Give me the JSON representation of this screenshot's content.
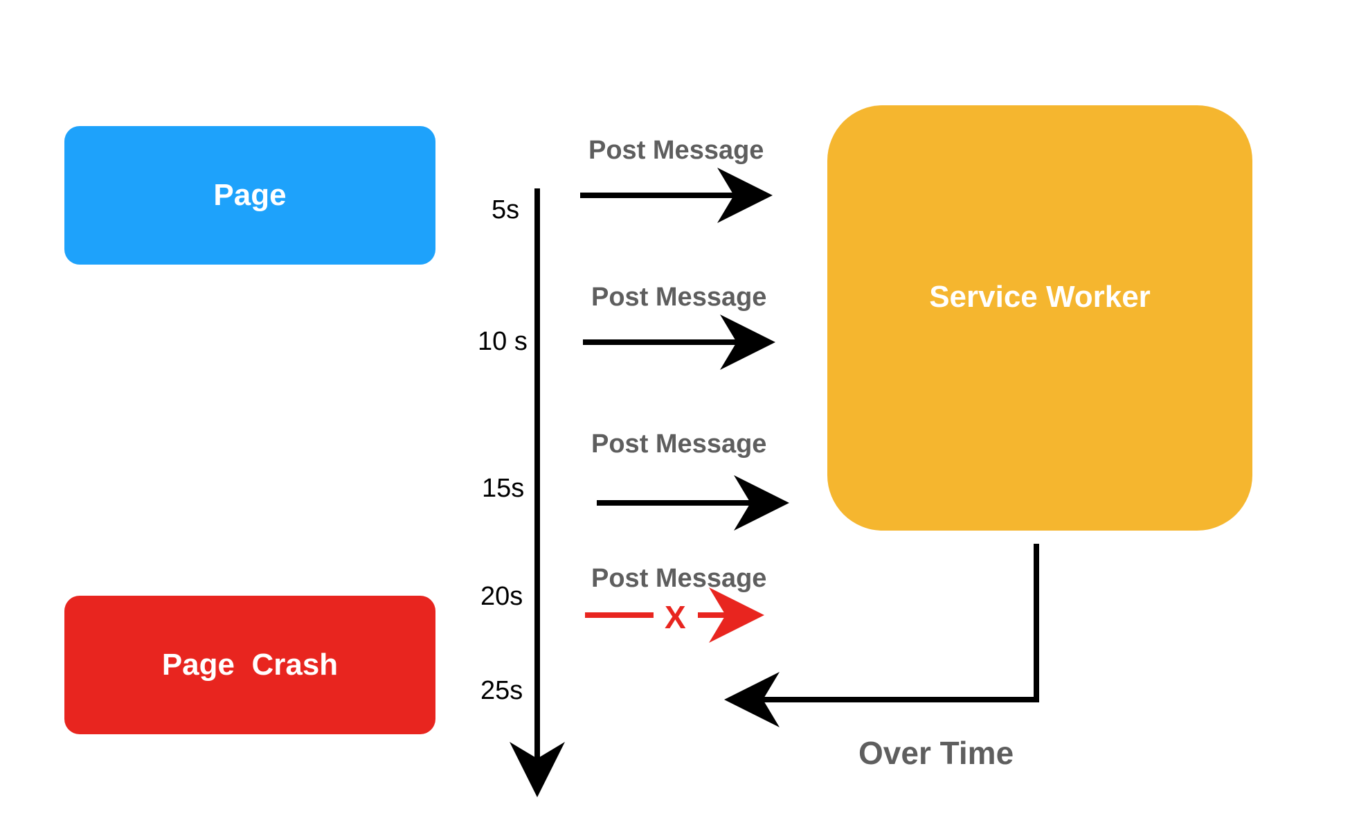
{
  "nodes": {
    "page": "Page",
    "page_crash": "Page  Crash",
    "service_worker": "Service Worker"
  },
  "timeline": [
    "5s",
    "10 s",
    "15s",
    "20s",
    "25s"
  ],
  "messages": [
    "Post Message",
    "Post Message",
    "Post Message",
    "Post Message"
  ],
  "failed_marker": "X",
  "return_label": "Over Time",
  "colors": {
    "page": "#1ea2fb",
    "page_crash": "#e8251f",
    "service_worker": "#f5b62f",
    "arrow": "#000000",
    "failed_arrow": "#e8251f",
    "label": "#5e5e5e"
  }
}
